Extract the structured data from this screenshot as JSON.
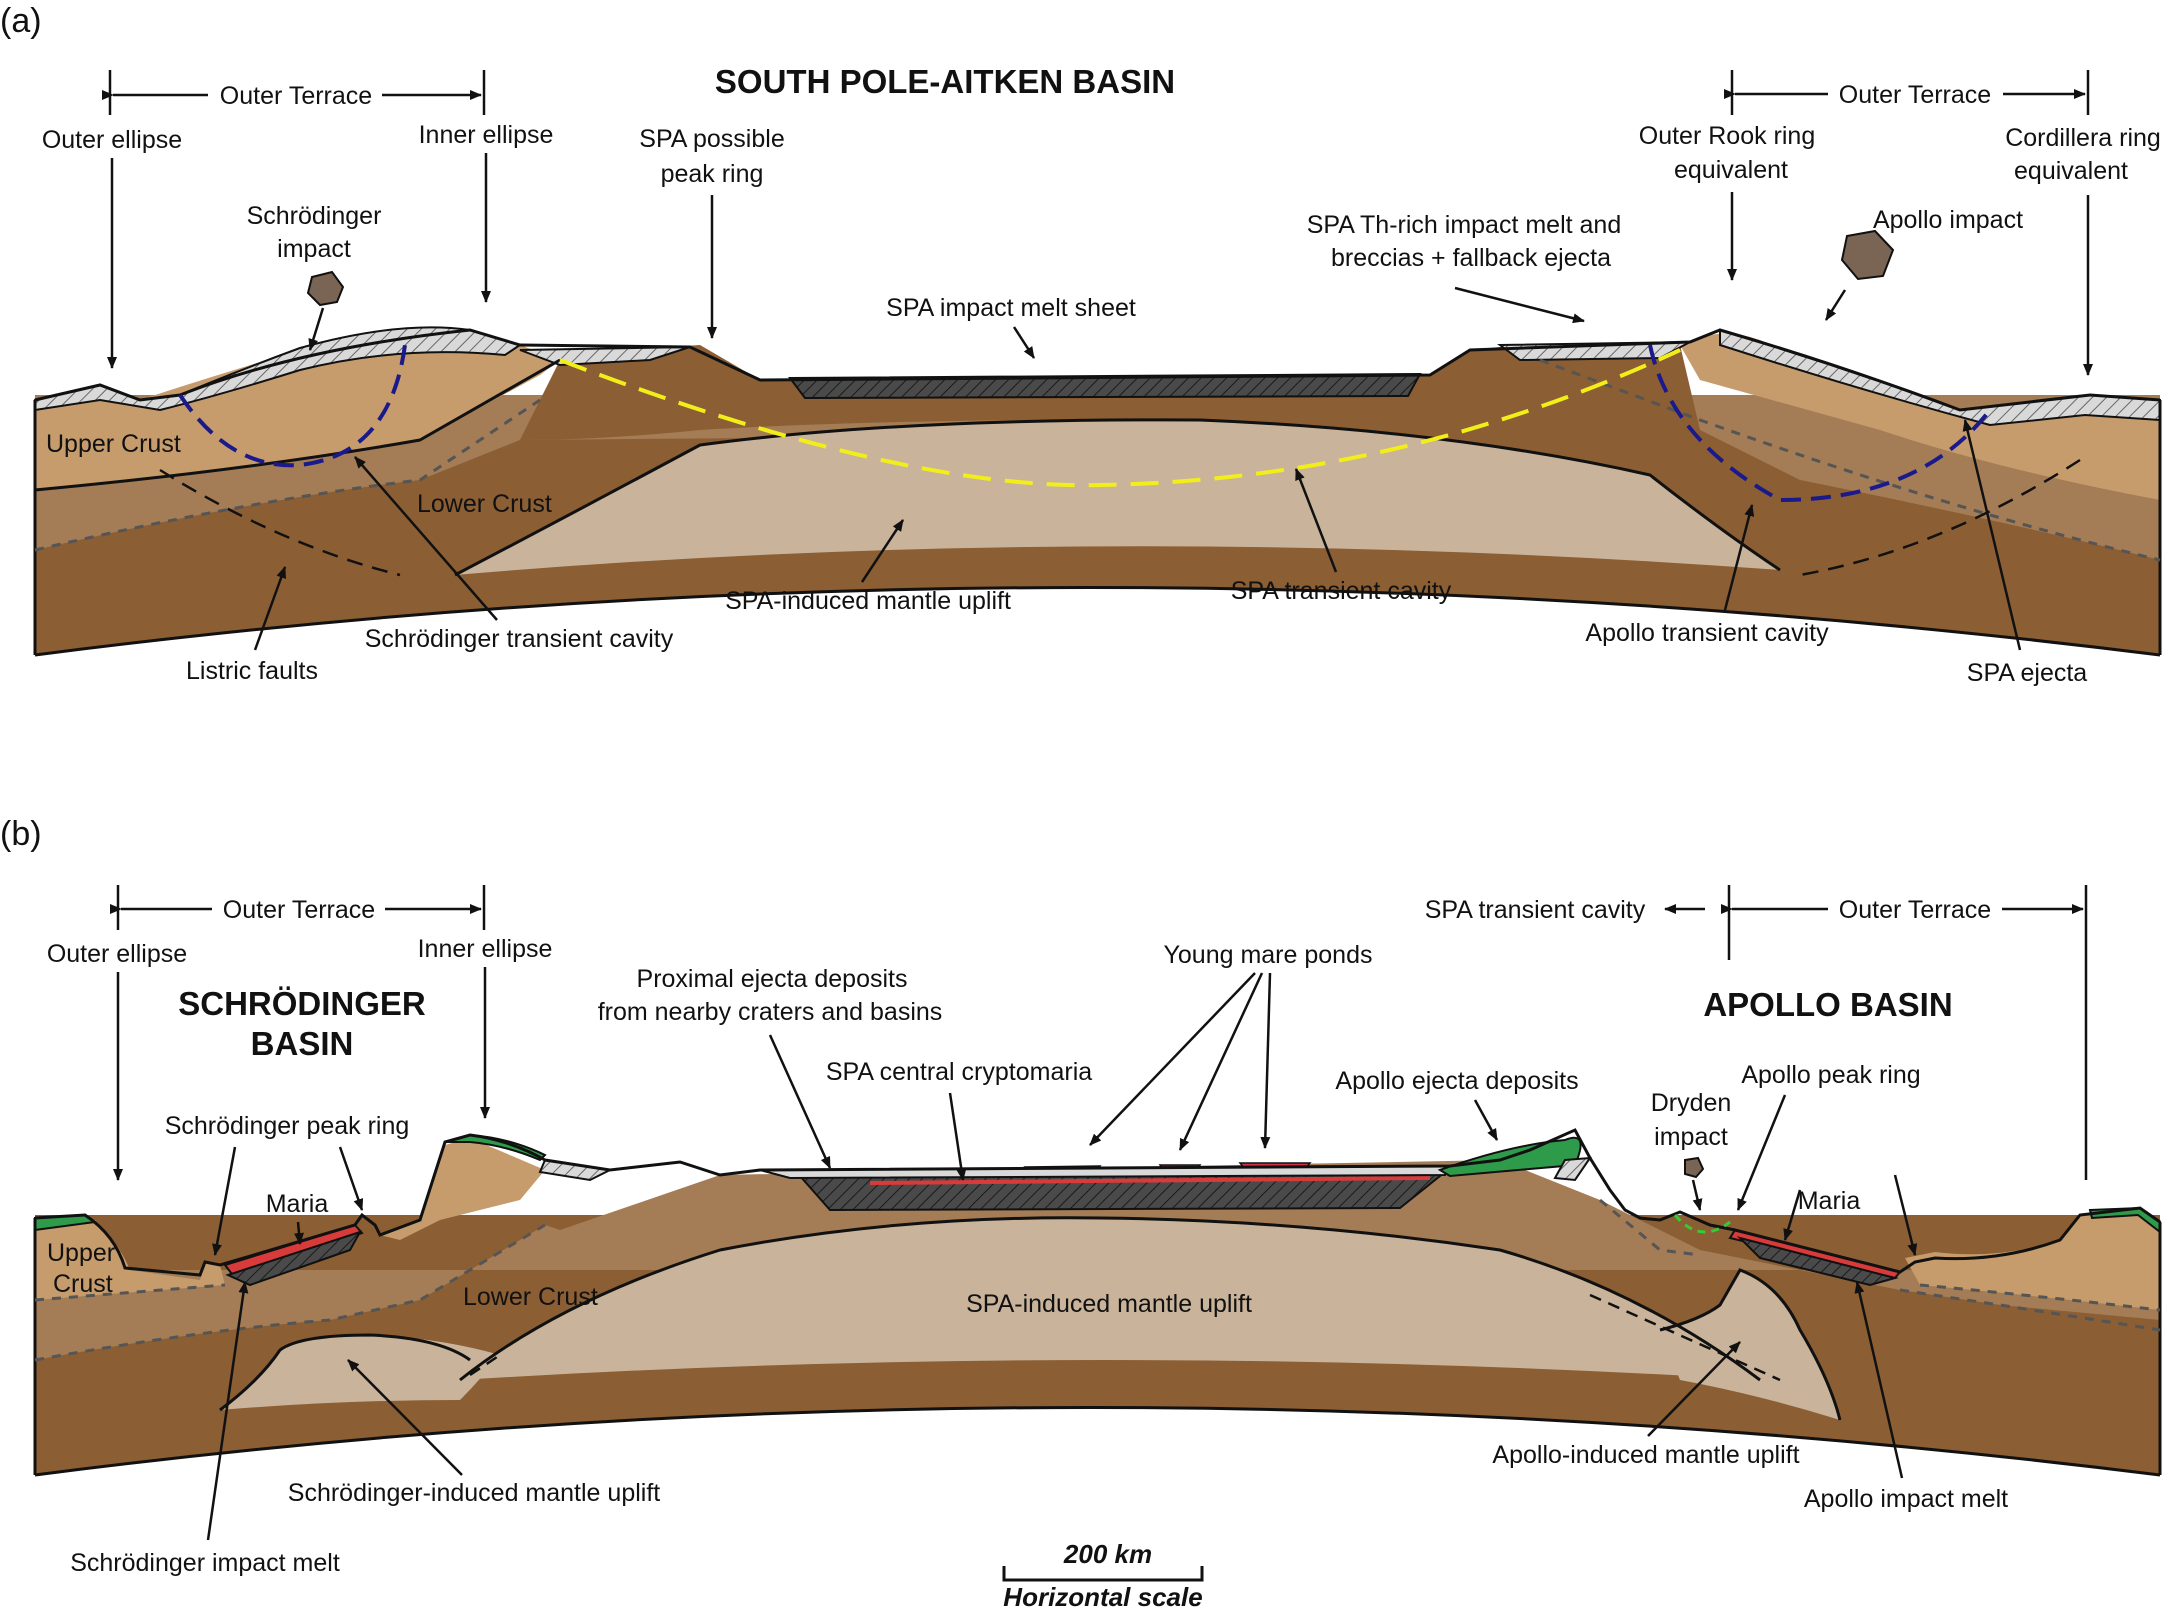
{
  "panel_a": {
    "tag": "(a)",
    "title": "SOUTH POLE-AITKEN BASIN",
    "outer_terrace_left": "Outer Terrace",
    "outer_terrace_right": "Outer Terrace",
    "outer_ellipse": "Outer ellipse",
    "inner_ellipse": "Inner ellipse",
    "schrodinger_impact": [
      "Schrödinger",
      "impact"
    ],
    "spa_peak_ring": [
      "SPA possible",
      "peak ring"
    ],
    "spa_melt_sheet": "SPA impact melt sheet",
    "spa_th_rich": [
      "SPA Th-rich impact melt and",
      "breccias + fallback ejecta"
    ],
    "outer_rook": [
      "Outer Rook ring",
      "equivalent"
    ],
    "cordillera": [
      "Cordillera ring",
      "equivalent"
    ],
    "apollo_impact": "Apollo impact",
    "upper_crust": "Upper Crust",
    "lower_crust": "Lower Crust",
    "listric_faults": "Listric faults",
    "schrodinger_transient": "Schrödinger transient cavity",
    "spa_mantle_uplift": "SPA-induced mantle uplift",
    "spa_transient": "SPA transient cavity",
    "apollo_transient": "Apollo transient cavity",
    "spa_ejecta": "SPA ejecta"
  },
  "panel_b": {
    "tag": "(b)",
    "outer_terrace_left": "Outer Terrace",
    "outer_terrace_right": "Outer Terrace",
    "outer_ellipse": "Outer ellipse",
    "inner_ellipse": "Inner ellipse",
    "schrodinger_basin": [
      "SCHRÖDINGER",
      "BASIN"
    ],
    "apollo_basin": "APOLLO BASIN",
    "spa_transient": "SPA transient cavity",
    "proximal_ejecta": [
      "Proximal ejecta deposits",
      "from nearby craters and basins"
    ],
    "young_mare": "Young mare ponds",
    "spa_cryptomaria": "SPA central cryptomaria",
    "apollo_ejecta": "Apollo ejecta deposits",
    "schrodinger_peak_ring": "Schrödinger peak ring",
    "maria_left": "Maria",
    "maria_right": "Maria",
    "dryden_impact": [
      "Dryden",
      "impact"
    ],
    "apollo_peak_ring": "Apollo peak ring",
    "upper_crust": [
      "Upper",
      "Crust"
    ],
    "lower_crust": "Lower Crust",
    "spa_mantle_uplift": "SPA-induced mantle uplift",
    "schrodinger_mantle": "Schrödinger-induced mantle uplift",
    "apollo_mantle": "Apollo-induced mantle uplift",
    "schrodinger_melt": "Schrödinger impact melt",
    "apollo_melt": "Apollo impact melt"
  },
  "scale": {
    "distance": "200 km",
    "caption": "Horizontal scale"
  },
  "colors": {
    "upper_crust": "#c69c6d",
    "lower_crust": "#a47c55",
    "deep_crust": "#8b5e34",
    "mantle_uplift": "#c9b49b",
    "melt_sheet": "#4d4d4d",
    "ejecta": "#d9d9d9",
    "maria": "#d93a3a",
    "young_mare": "#cc3344",
    "apollo_ejecta_green": "#2e9b4a",
    "spa_transient_line": "#f2ee1a",
    "small_transient_line": "#1a1a8c",
    "dryden_transient_line": "#33cc33",
    "impactor": "#7a6454"
  }
}
